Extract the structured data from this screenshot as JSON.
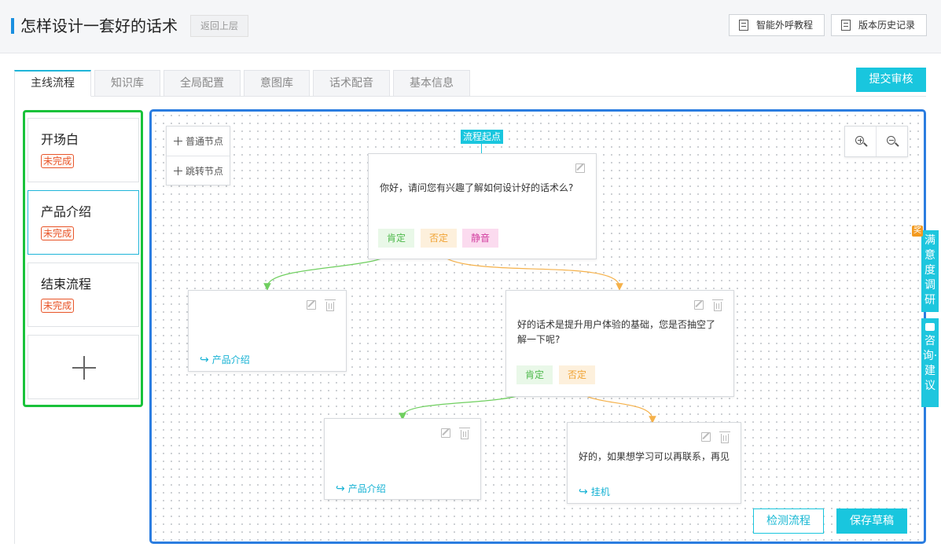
{
  "header": {
    "title": "怎样设计一套好的话术",
    "back_label": "返回上层",
    "buttons": [
      {
        "label": "智能外呼教程",
        "icon": "doc-icon"
      },
      {
        "label": "版本历史记录",
        "icon": "doc-icon"
      }
    ]
  },
  "tabs": [
    {
      "label": "主线流程",
      "active": true
    },
    {
      "label": "知识库",
      "active": false
    },
    {
      "label": "全局配置",
      "active": false
    },
    {
      "label": "意图库",
      "active": false
    },
    {
      "label": "话术配音",
      "active": false
    },
    {
      "label": "基本信息",
      "active": false
    }
  ],
  "submit_label": "提交审核",
  "flows": [
    {
      "title": "开场白",
      "status": "未完成"
    },
    {
      "title": "产品介绍",
      "status": "未完成",
      "selected": true
    },
    {
      "title": "结束流程",
      "status": "未完成"
    }
  ],
  "toolbox": {
    "normal_node": "普通节点",
    "jump_node": "跳转节点"
  },
  "start_label": "流程起点",
  "nodes": {
    "start": {
      "text": "你好，请问您有兴趣了解如何设计好的话术么?",
      "tags": [
        "肯定",
        "否定",
        "静音"
      ]
    },
    "left_jump": {
      "jump": "产品介绍"
    },
    "middle": {
      "text_line1": "好的话术是提升用户体验的基础，您是否抽空了",
      "text_line2": "解一下呢?",
      "tags": [
        "肯定",
        "否定"
      ]
    },
    "lower_jump": {
      "jump": "产品介绍"
    },
    "end": {
      "text": "好的，如果想学习可以再联系，再见",
      "jump": "挂机"
    }
  },
  "actions": {
    "check_label": "检测流程",
    "save_label": "保存草稿"
  },
  "side": {
    "badge": "奖",
    "survey": "满意度调研",
    "consult": "咨询·建议"
  },
  "colors": {
    "accent": "#19c6de",
    "yes": "#4cb84a",
    "no": "#f0a232",
    "mute": "#d23fa0",
    "incomplete": "#e8572c"
  }
}
